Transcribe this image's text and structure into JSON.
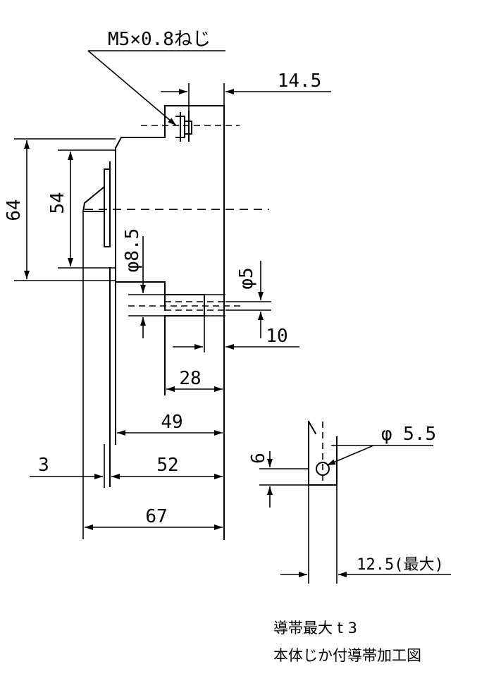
{
  "diagram": {
    "screw_label": "M5×0.8ねじ",
    "dimensions": {
      "d_14_5": "14.5",
      "d_64": "64",
      "d_54": "54",
      "d_phi_8_5": "φ8.5",
      "d_phi_5": "φ5",
      "d_10": "10",
      "d_28": "28",
      "d_49": "49",
      "d_3": "3",
      "d_52": "52",
      "d_67": "67",
      "d_phi_5_5": "φ 5.5",
      "d_6": "6",
      "d_12_5": "12.5(最大)"
    },
    "notes": {
      "line1": "導帯最大 t 3",
      "line2": "本体じか付導帯加工図"
    }
  }
}
